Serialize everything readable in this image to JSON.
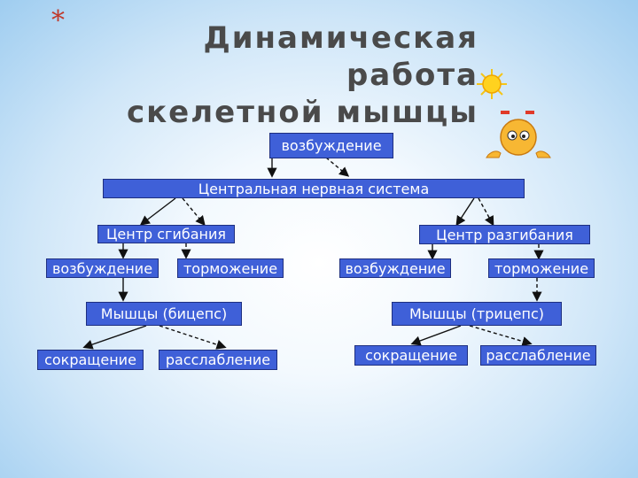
{
  "title": {
    "line1": "Динамическая работа",
    "line2": "скелетной мышцы"
  },
  "nodes": {
    "excitation_top": "возбуждение",
    "cns": "Центральная нервная система",
    "flexion_center": "Центр сгибания",
    "extension_center": "Центр разгибания",
    "flex_excitation": "возбуждение",
    "flex_inhibition": "торможение",
    "ext_excitation": "возбуждение",
    "ext_inhibition": "торможение",
    "biceps": "Мышцы (бицепс)",
    "triceps": "Мышцы (трицепс)",
    "biceps_contraction": "сокращение",
    "biceps_relaxation": "расслабление",
    "triceps_contraction": "сокращение",
    "triceps_relaxation": "расслабление"
  },
  "colors": {
    "box_fill": "#3f60d8",
    "box_text": "#ffffff",
    "asterisk": "#c0392b",
    "title": "#4a4a4a"
  },
  "decoration": {
    "bullet": "*",
    "illustration": "smiley-with-sun-icon"
  }
}
